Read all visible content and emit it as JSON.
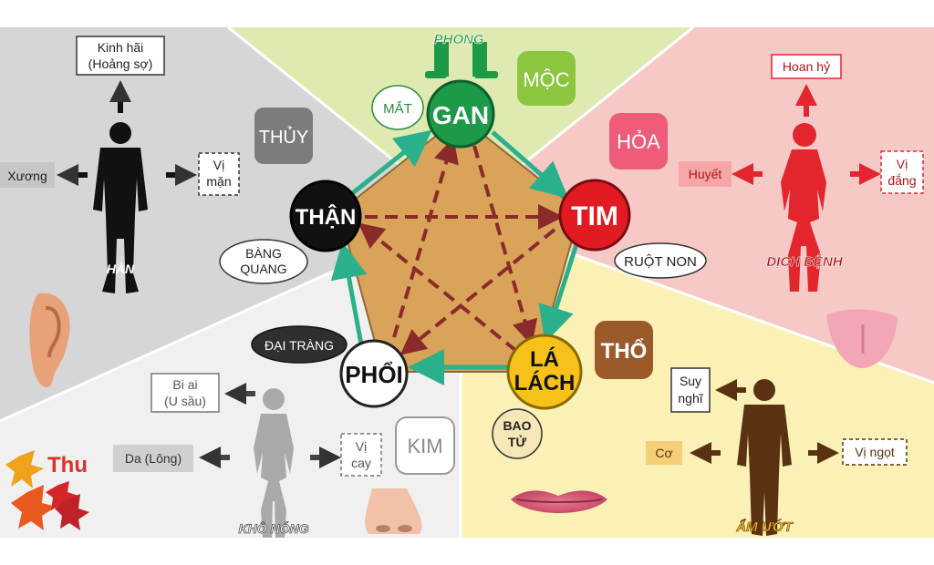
{
  "sectors": {
    "wood": {
      "element": "MỘC",
      "organ": "GAN",
      "sense": "MẮT",
      "climate": "PHONG"
    },
    "fire": {
      "element": "HỎA",
      "organ": "TIM",
      "fu": "RUỘT NON",
      "climate": "DỊCH BỆNH",
      "emotion": "Hoan hỷ",
      "tissue": "Huyết",
      "taste_line1": "Vị",
      "taste_line2": "đắng"
    },
    "earth": {
      "element": "THỔ",
      "organ_line1": "LÁ",
      "organ_line2": "LÁCH",
      "fu_line1": "BAO",
      "fu_line2": "TỬ",
      "climate": "ẨM ƯỚT",
      "emotion_line1": "Suy",
      "emotion_line2": "nghĩ",
      "tissue": "Cơ",
      "taste": "Vị ngọt"
    },
    "metal": {
      "element": "KIM",
      "organ": "PHỔI",
      "fu": "ĐẠI TRÀNG",
      "climate": "KHÔ NÓNG",
      "season": "Thu",
      "emotion_line1": "Bi ai",
      "emotion_line2": "(U sầu)",
      "tissue": "Da (Lông)",
      "taste_line1": "Vị",
      "taste_line2": "cay"
    },
    "water": {
      "element": "THỦY",
      "organ": "THẬN",
      "fu_line1": "BÀNG",
      "fu_line2": "QUANG",
      "climate": "HÀN",
      "emotion_line1": "Kinh hãi",
      "emotion_line2": "(Hoảng sợ)",
      "tissue": "Xương",
      "taste_line1": "Vị",
      "taste_line2": "mặn"
    }
  },
  "colors": {
    "wood_bg": "#dfeab0",
    "fire_bg": "#f7c9c6",
    "earth_bg": "#fbf1b6",
    "metal_bg": "#f0f0f0",
    "water_bg": "#d6d6d6",
    "pentagon": "#d9a35a",
    "gan": "#1c9a48",
    "tim": "#e21b23",
    "la_lach": "#f6c21a",
    "phoi": "#ffffff",
    "than": "#111111",
    "generating_arrow": "#2bb08c",
    "controlling_arrow": "#8a2a2a"
  }
}
